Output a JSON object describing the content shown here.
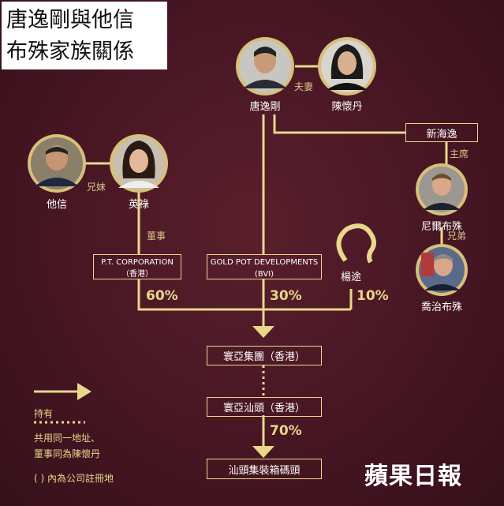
{
  "title": {
    "line1": "唐逸剛與他信",
    "line2": "布殊家族關係"
  },
  "people": {
    "tang": "唐逸剛",
    "chan": "陳懷丹",
    "thaksin": "他信",
    "yingluck": "英祿",
    "neil": "尼爾布殊",
    "george": "喬治布殊",
    "yeung": "楊途"
  },
  "relations": {
    "spouse": "夫妻",
    "siblings": "兄妹",
    "brothers": "兄弟",
    "chairman": "主席",
    "director": "董事"
  },
  "companies": {
    "new_hai_yat": "新海逸",
    "pt_corp": {
      "name": "P.T. CORPORATION",
      "place": "（香港）"
    },
    "gold_pot": {
      "name": "GOLD POT DEVELOPMENTS",
      "place": "(BVI)"
    },
    "wah_a_group": "寰亞集團（香港）",
    "wah_a_shantou": "寰亞汕頭（香港）",
    "shantou_port": "汕頭集裝箱碼頭"
  },
  "stakes": {
    "pt": "60%",
    "goldpot": "30%",
    "yeung": "10%",
    "shantou": "70%"
  },
  "legend": {
    "holding": "持有",
    "shared_line1": "共用同一地址、",
    "shared_line2": "董事同為陳懷丹",
    "parens": "( ) 內為公司註冊地"
  },
  "logo": "蘋果日報",
  "colors": {
    "accent": "#e8d88a",
    "background": "#451522"
  }
}
